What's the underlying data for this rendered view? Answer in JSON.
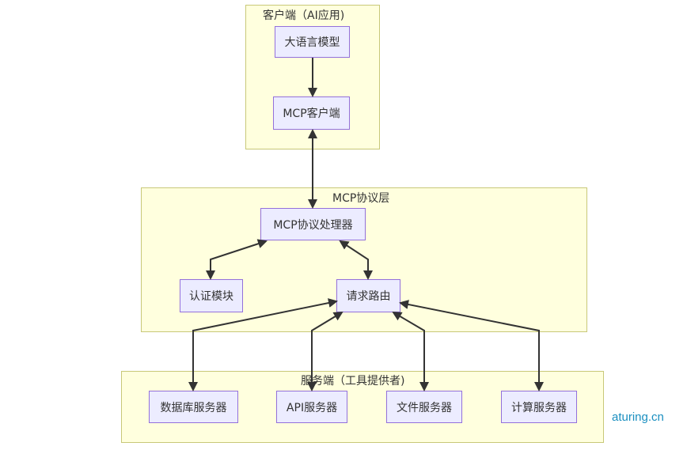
{
  "diagram": {
    "clusters": {
      "client": {
        "label": "客户端（AI应用)"
      },
      "protocol": {
        "label": "MCP协议层"
      },
      "server": {
        "label": "服务端（工具提供者)"
      }
    },
    "nodes": {
      "llm": "大语言模型",
      "mcp_client": "MCP客户端",
      "protocol_handler": "MCP协议处理器",
      "auth": "认证模块",
      "router": "请求路由",
      "db_server": "数据库服务器",
      "api_server": "API服务器",
      "file_server": "文件服务器",
      "compute_server": "计算服务器"
    },
    "edges": [
      {
        "from": "大语言模型",
        "to": "MCP客户端",
        "direction": "one-way"
      },
      {
        "from": "MCP客户端",
        "to": "MCP协议处理器",
        "direction": "bidirectional"
      },
      {
        "from": "MCP协议处理器",
        "to": "认证模块",
        "direction": "bidirectional"
      },
      {
        "from": "MCP协议处理器",
        "to": "请求路由",
        "direction": "bidirectional"
      },
      {
        "from": "请求路由",
        "to": "数据库服务器",
        "direction": "bidirectional"
      },
      {
        "from": "请求路由",
        "to": "API服务器",
        "direction": "bidirectional"
      },
      {
        "from": "请求路由",
        "to": "文件服务器",
        "direction": "bidirectional"
      },
      {
        "from": "请求路由",
        "to": "计算服务器",
        "direction": "bidirectional"
      }
    ],
    "colors": {
      "cluster_fill": "#ffffde",
      "cluster_border": "#c8c878",
      "node_fill": "#ececff",
      "node_border": "#9370db",
      "edge": "#333333",
      "watermark": "#1a8fc0"
    }
  },
  "watermark": "aturing.cn"
}
